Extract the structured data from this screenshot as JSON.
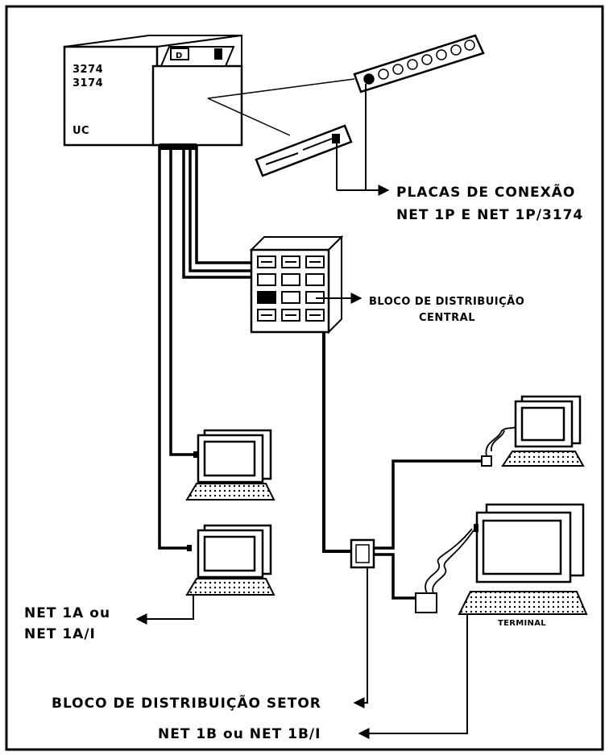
{
  "unit_labels": {
    "model_line1": "3274",
    "model_line2": "3174",
    "controller": "UC",
    "slot": "D"
  },
  "labels": {
    "connection_boards_line1": "PLACAS DE CONEXÃO",
    "connection_boards_line2": "NET 1P E NET 1P/3174",
    "central_block_line1": "BLOCO DE DISTRIBUIÇÃO",
    "central_block_line2": "CENTRAL",
    "net1a_line1": "NET 1A ou",
    "net1a_line2": "NET 1A/I",
    "terminal": "TERMINAL",
    "sector_block": "BLOCO DE DISTRIBUIÇÃO SETOR",
    "net1b": "NET 1B ou NET 1B/I"
  }
}
